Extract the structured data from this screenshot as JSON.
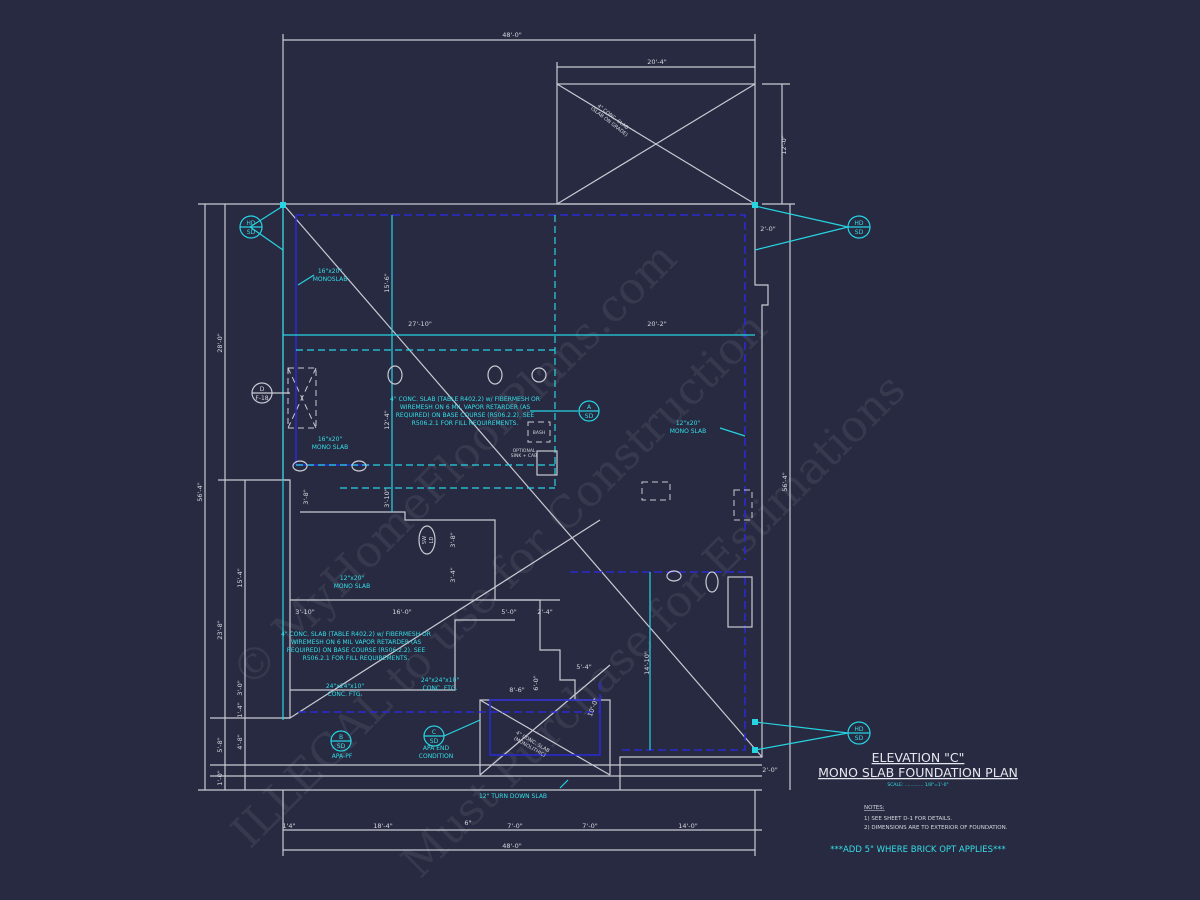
{
  "title": {
    "line1": "ELEVATION \"C\"",
    "line2": "MONO SLAB FOUNDATION PLAN",
    "scale": "SCALE: ............. 1/8\"=1'-0\""
  },
  "notes": {
    "heading": "NOTES:",
    "items": [
      "1) SEE SHEET D-1 FOR DETAILS.",
      "2) DIMENSIONS ARE TO EXTERIOR OF FOUNDATION."
    ]
  },
  "brick_note": "***ADD 5\" WHERE BRICK OPT APPLIES***",
  "watermarks": [
    "© MyHomeFloorPlans.com",
    "ILLEGAL to use for Construction",
    "Must Purchase for Estimations"
  ],
  "dimensions": {
    "top_overall": "48'-0\"",
    "garage_width": "20'-4\"",
    "garage_depth": "12'-0\"",
    "right_offset_top": "2'-0\"",
    "left_upper": "28'-0\"",
    "left_overall": "56'-4\"",
    "right_overall": "56'-4\"",
    "upper_left_width": "27'-10\"",
    "upper_right_width": "20'-2\"",
    "v_15_6": "15'-6\"",
    "v_12_4": "12'-4\"",
    "v_3_10": "3'-10\"",
    "v_15_4": "15'-4\"",
    "v_23_8": "23'-8\"",
    "v_3_8a": "3'-8\"",
    "v_3_8b": "3'-8\"",
    "v_3_4": "3'-4\"",
    "h_3_10": "3'-10\"",
    "h_16_0": "16'-0\"",
    "h_5_0": "5'-0\"",
    "h_2_4": "2'-4\"",
    "v_3_0": "3'-0\"",
    "v_1_4": "1'-4\"",
    "v_4_8": "4'-8\"",
    "v_5_8": "5'-8\"",
    "v_1_0": "1'-0\"",
    "v_6_0": "6'-0\"",
    "h_8_6": "8'-6\"",
    "h_5_4": "5'-4\"",
    "v_10_0": "10'-0\"",
    "v_14_10": "14'-10\"",
    "right_offset_bottom": "2'-0\"",
    "b_1_4": "1'4\"",
    "b_18_4": "18'-4\"",
    "b_6": "6\"",
    "b_7_0a": "7'-0\"",
    "b_7_0b": "7'-0\"",
    "b_14_0": "14'-0\"",
    "bottom_overall": "48'-0\""
  },
  "labels": {
    "monoslab_16x20_top": [
      "16\"x20\"",
      "MONOSLAB"
    ],
    "monoslab_16x20_mid": [
      "16\"x20\"",
      "MONO SLAB"
    ],
    "monoslab_12x20_right": [
      "12\"x20\"",
      "MONO SLAB"
    ],
    "monoslab_12x20_left": [
      "12\"x20\"",
      "MONO SLAB"
    ],
    "slab_note_upper": [
      "4\" CONC. SLAB (TABLE R402.2) w/ FIBERMESH OR",
      "WIREMESH ON 6 MIL VAPOR RETARDER (AS",
      "REQUIRED) ON BASE COURSE (R506.2.2). SEE",
      "R506.2.1 FOR FILL REQUIREMENTS."
    ],
    "slab_note_lower": [
      "4\" CONC. SLAB (TABLE R402.2) w/ FIBERMESH OR",
      "WIREMESH ON 6 MIL VAPOR RETARDER (AS",
      "REQUIRED) ON BASE COURSE (R506.2.2). SEE",
      "R506.2.1 FOR FILL REQUIREMENTS."
    ],
    "bash": "BASH",
    "optional_sink": [
      "OPTIONAL",
      "SINK + CAB"
    ],
    "ftg_left": [
      "24\"x24\"x10\"",
      "CONC. FTG."
    ],
    "ftg_right": [
      "24\"x24\"x10\"",
      "CONC. FTG."
    ],
    "apa_pf": "APA-PF",
    "apa_end": [
      "APA END",
      "CONDITION"
    ],
    "turn_down": "12\" TURN DOWN SLAB",
    "garage_slab": [
      "4\" CONC. SLAB",
      "(SLAB ON GRADE)"
    ],
    "porch_slab": [
      "4\" CONC. SLAB",
      "(MONOLITHIC)"
    ]
  },
  "callouts": {
    "hd_tl": [
      "HD",
      "SD"
    ],
    "hd_tr": [
      "HD",
      "SD"
    ],
    "hd_br": [
      "HD",
      "SD"
    ],
    "d_f18": [
      "D",
      "F-18"
    ],
    "a_sd": [
      "A",
      "SD"
    ],
    "b_sd": [
      "B",
      "SD"
    ],
    "c_sd": [
      "C",
      "SD"
    ],
    "sw_ld": [
      "SW",
      "LD"
    ]
  },
  "colors": {
    "background": "#272a40",
    "lines": "#c9cad3",
    "cyan": "#27d4e2",
    "blue": "#2a2ad0"
  }
}
